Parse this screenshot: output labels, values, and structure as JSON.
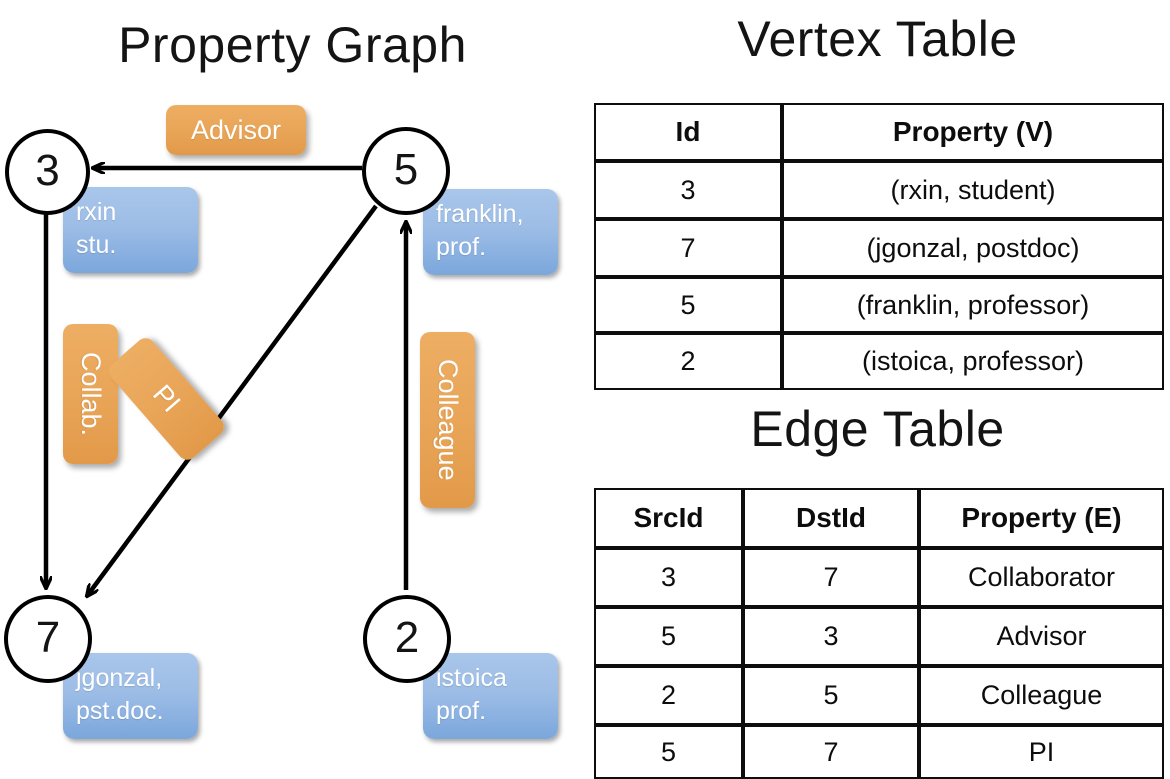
{
  "panels": {
    "graph_title": "Property Graph",
    "vertex_title": "Vertex Table",
    "edge_title": "Edge Table"
  },
  "graph": {
    "nodes": [
      {
        "id": "3",
        "label": "3",
        "property_lines": [
          "rxin",
          "stu."
        ]
      },
      {
        "id": "5",
        "label": "5",
        "property_lines": [
          "franklin,",
          "prof."
        ]
      },
      {
        "id": "7",
        "label": "7",
        "property_lines": [
          "jgonzal,",
          "pst.doc."
        ]
      },
      {
        "id": "2",
        "label": "2",
        "property_lines": [
          "istoica",
          "prof."
        ]
      }
    ],
    "edges": [
      {
        "src": "5",
        "dst": "3",
        "label": "Advisor"
      },
      {
        "src": "3",
        "dst": "7",
        "label": "Collab."
      },
      {
        "src": "5",
        "dst": "7",
        "label": "PI"
      },
      {
        "src": "2",
        "dst": "5",
        "label": "Colleague"
      }
    ]
  },
  "vertex_table": {
    "headers": [
      "Id",
      "Property (V)"
    ],
    "rows": [
      {
        "id": "3",
        "property": "(rxin, student)"
      },
      {
        "id": "7",
        "property": "(jgonzal, postdoc)"
      },
      {
        "id": "5",
        "property": "(franklin, professor)"
      },
      {
        "id": "2",
        "property": "(istoica, professor)"
      }
    ]
  },
  "edge_table": {
    "headers": [
      "SrcId",
      "DstId",
      "Property (E)"
    ],
    "rows": [
      {
        "src": "3",
        "dst": "7",
        "property": "Collaborator"
      },
      {
        "src": "5",
        "dst": "3",
        "property": "Advisor"
      },
      {
        "src": "2",
        "dst": "5",
        "property": "Colleague"
      },
      {
        "src": "5",
        "dst": "7",
        "property": "PI"
      }
    ]
  },
  "colors": {
    "vertex_property_tint": "#ccd9ee",
    "edge_property_tint": "#f7ddc0",
    "node_property_box": "#9dbde6",
    "edge_label_box": "#e9a558",
    "stroke": "#000000",
    "background": "#ffffff"
  }
}
